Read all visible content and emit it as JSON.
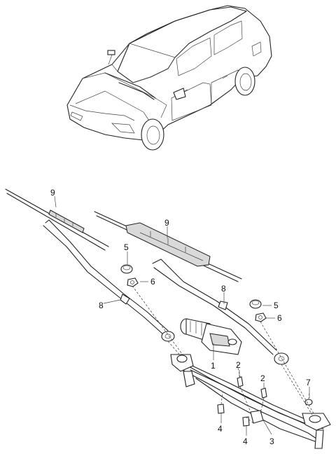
{
  "callouts": [
    {
      "id": "wiper-blade-left",
      "label": "9"
    },
    {
      "id": "wiper-blade-right",
      "label": "9"
    },
    {
      "id": "cap-upper",
      "label": "5"
    },
    {
      "id": "nut-upper",
      "label": "6"
    },
    {
      "id": "wiper-arm-left",
      "label": "8"
    },
    {
      "id": "wiper-arm-right",
      "label": "8"
    },
    {
      "id": "cap-lower",
      "label": "5"
    },
    {
      "id": "nut-lower",
      "label": "6"
    },
    {
      "id": "wiper-motor",
      "label": "1"
    },
    {
      "id": "pivot-bolt-center",
      "label": "2"
    },
    {
      "id": "pivot-bolt-right",
      "label": "2"
    },
    {
      "id": "grommet-right",
      "label": "7"
    },
    {
      "id": "bushing-left",
      "label": "4"
    },
    {
      "id": "bushing-center",
      "label": "4"
    },
    {
      "id": "linkage-assembly",
      "label": "3"
    }
  ]
}
